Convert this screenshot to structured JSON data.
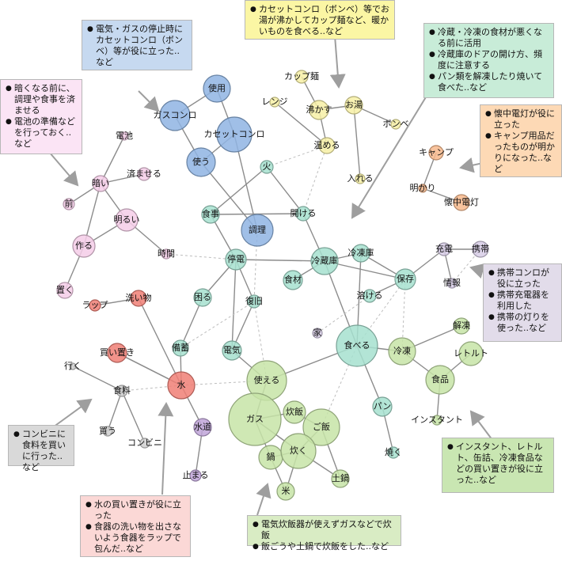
{
  "colors": {
    "blue": "#8fb4e3",
    "pink": "#f4cde8",
    "yellow": "#f7f0a6",
    "mint": "#a6e0cf",
    "orange": "#f7b98c",
    "purple": "#d7cde6",
    "red": "#f07f75",
    "green": "#c7e4a7",
    "gray": "#cfcfcf",
    "violet": "#bfa5d8"
  },
  "notes": [
    {
      "id": "note-blue",
      "lines": [
        "電気・ガスの停止時にカセットコンロ（ボンベ）等が役に立った..など"
      ],
      "color": "#c6d9f0"
    },
    {
      "id": "note-yellow",
      "lines": [
        "カセットコンロ（ボンベ）等でお湯が沸かしてカップ麺など、暖かいものを食べる..など"
      ],
      "color": "#fbf6a4"
    },
    {
      "id": "note-green1",
      "lines": [
        "冷蔵・冷凍の食材が悪くなる前に活用",
        "冷蔵庫のドアの開け方、頻度に注意する",
        "パン類を解凍したり焼いて食べた..など"
      ],
      "color": "#c8ecd8"
    },
    {
      "id": "note-pink",
      "lines": [
        "暗くなる前に、調理や食事を済ませる",
        "電池の準備などを行っておく..など"
      ],
      "color": "#fbe4f5"
    },
    {
      "id": "note-orange",
      "lines": [
        "懐中電灯が役に立った",
        "キャンプ用品だったものが明かりになった..など"
      ],
      "color": "#fdd9b5"
    },
    {
      "id": "note-lavender",
      "lines": [
        "携帯コンロが役に立った",
        "携帯充電器を利用した",
        "携帯の灯りを使った..など"
      ],
      "color": "#e2dcea"
    },
    {
      "id": "note-gray",
      "lines": [
        "コンビニに食料を買いに行った..など"
      ],
      "color": "#d9d9d9"
    },
    {
      "id": "note-red",
      "lines": [
        "水の買い置きが役に立った",
        "食器の洗い物を出さないよう食器をラップで包んだ..など"
      ],
      "color": "#fbd8d6"
    },
    {
      "id": "note-lime",
      "lines": [
        "電気炊飯器が使えずガスなどで炊飯",
        "飯ごうや土鍋で炊飯をした..など"
      ],
      "color": "#d9ecc4"
    },
    {
      "id": "note-green2",
      "lines": [
        "インスタント、レトルト、缶詰、冷凍食品などの買い置きが役に立った..など"
      ],
      "color": "#c9e6b2"
    }
  ],
  "nodes": [
    {
      "id": "n-shiyou",
      "label": "使用",
      "c": "blue"
    },
    {
      "id": "n-gaskonro",
      "label": "ガスコンロ",
      "c": "blue"
    },
    {
      "id": "n-cassette",
      "label": "カセットコンロ",
      "c": "blue"
    },
    {
      "id": "n-tsukau",
      "label": "使う",
      "c": "blue"
    },
    {
      "id": "n-chouri",
      "label": "調理",
      "c": "blue"
    },
    {
      "id": "n-cupmen",
      "label": "カップ麺",
      "c": "yellow"
    },
    {
      "id": "n-renji",
      "label": "レンジ",
      "c": "yellow"
    },
    {
      "id": "n-wakasu",
      "label": "沸かす",
      "c": "yellow"
    },
    {
      "id": "n-oyu",
      "label": "お湯",
      "c": "yellow"
    },
    {
      "id": "n-bonbe",
      "label": "ボンベ",
      "c": "yellow"
    },
    {
      "id": "n-atatameru",
      "label": "温める",
      "c": "yellow"
    },
    {
      "id": "n-ireru",
      "label": "入れる",
      "c": "yellow"
    },
    {
      "id": "n-hi",
      "label": "火",
      "c": "mint"
    },
    {
      "id": "n-akeru",
      "label": "開ける",
      "c": "mint"
    },
    {
      "id": "n-shokuji",
      "label": "食事",
      "c": "mint"
    },
    {
      "id": "n-teiden",
      "label": "停電",
      "c": "mint"
    },
    {
      "id": "n-reizouko",
      "label": "冷蔵庫",
      "c": "mint"
    },
    {
      "id": "n-reitouko",
      "label": "冷凍庫",
      "c": "mint"
    },
    {
      "id": "n-shokuzai",
      "label": "食材",
      "c": "mint"
    },
    {
      "id": "n-hozon",
      "label": "保存",
      "c": "mint"
    },
    {
      "id": "n-tokeru",
      "label": "溶ける",
      "c": "mint"
    },
    {
      "id": "n-fukkyu",
      "label": "復旧",
      "c": "mint"
    },
    {
      "id": "n-komaru",
      "label": "困る",
      "c": "mint"
    },
    {
      "id": "n-taberu",
      "label": "食べる",
      "c": "mint"
    },
    {
      "id": "n-bichiku",
      "label": "備蓄",
      "c": "mint"
    },
    {
      "id": "n-denki",
      "label": "電気",
      "c": "mint"
    },
    {
      "id": "n-pan",
      "label": "パン",
      "c": "mint"
    },
    {
      "id": "n-yaku",
      "label": "焼く",
      "c": "mint"
    },
    {
      "id": "n-denchi",
      "label": "電池",
      "c": "pink"
    },
    {
      "id": "n-kurai",
      "label": "暗い",
      "c": "pink"
    },
    {
      "id": "n-sumaseru",
      "label": "済ませる",
      "c": "pink"
    },
    {
      "id": "n-mae",
      "label": "前",
      "c": "pink"
    },
    {
      "id": "n-akarui",
      "label": "明るい",
      "c": "pink"
    },
    {
      "id": "n-tsukuru",
      "label": "作る",
      "c": "pink"
    },
    {
      "id": "n-oku",
      "label": "置く",
      "c": "pink"
    },
    {
      "id": "n-jikan",
      "label": "時間",
      "c": "pink"
    },
    {
      "id": "n-camp",
      "label": "キャンプ",
      "c": "orange"
    },
    {
      "id": "n-akari",
      "label": "明かり",
      "c": "orange"
    },
    {
      "id": "n-kaichu",
      "label": "懐中電灯",
      "c": "orange"
    },
    {
      "id": "n-juuden",
      "label": "充電",
      "c": "purple"
    },
    {
      "id": "n-keitai",
      "label": "携帯",
      "c": "purple"
    },
    {
      "id": "n-jouhou",
      "label": "情報",
      "c": "purple"
    },
    {
      "id": "n-ie",
      "label": "家",
      "c": "purple"
    },
    {
      "id": "n-kaitou",
      "label": "解凍",
      "c": "green"
    },
    {
      "id": "n-reitou",
      "label": "冷凍",
      "c": "green"
    },
    {
      "id": "n-retort",
      "label": "レトルト",
      "c": "green"
    },
    {
      "id": "n-shokuhin",
      "label": "食品",
      "c": "green"
    },
    {
      "id": "n-instant",
      "label": "インスタント",
      "c": "green"
    },
    {
      "id": "n-wrap",
      "label": "ラップ",
      "c": "red"
    },
    {
      "id": "n-araimono",
      "label": "洗い物",
      "c": "red"
    },
    {
      "id": "n-kaioki",
      "label": "買い置き",
      "c": "red"
    },
    {
      "id": "n-mizu",
      "label": "水",
      "c": "red"
    },
    {
      "id": "n-iku",
      "label": "行く",
      "c": "gray"
    },
    {
      "id": "n-shokuryou",
      "label": "食料",
      "c": "gray"
    },
    {
      "id": "n-kau",
      "label": "買う",
      "c": "gray"
    },
    {
      "id": "n-convini",
      "label": "コンビニ",
      "c": "gray"
    },
    {
      "id": "n-suidou",
      "label": "水道",
      "c": "violet"
    },
    {
      "id": "n-tomaru",
      "label": "止まる",
      "c": "violet"
    },
    {
      "id": "n-tsukaeru",
      "label": "使える",
      "c": "green"
    },
    {
      "id": "n-gas",
      "label": "ガス",
      "c": "green"
    },
    {
      "id": "n-suihan",
      "label": "炊飯",
      "c": "green"
    },
    {
      "id": "n-gohan",
      "label": "ご飯",
      "c": "green"
    },
    {
      "id": "n-nabe",
      "label": "鍋",
      "c": "green"
    },
    {
      "id": "n-taku",
      "label": "炊く",
      "c": "green"
    },
    {
      "id": "n-kome",
      "label": "米",
      "c": "green"
    },
    {
      "id": "n-donabe",
      "label": "土鍋",
      "c": "green"
    }
  ]
}
